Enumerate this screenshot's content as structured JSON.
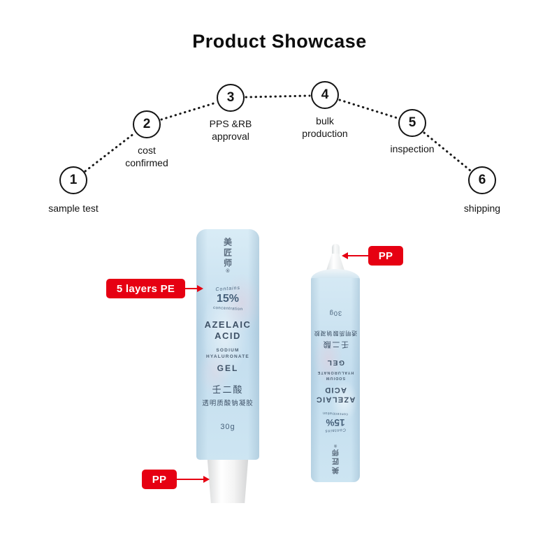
{
  "title": "Product Showcase",
  "process": {
    "steps": [
      {
        "num": "1",
        "label": "sample test"
      },
      {
        "num": "2",
        "label": "cost confirmed"
      },
      {
        "num": "3",
        "label": "PPS &RB approval"
      },
      {
        "num": "4",
        "label": "bulk production"
      },
      {
        "num": "5",
        "label": "inspection"
      },
      {
        "num": "6",
        "label": "shipping"
      }
    ]
  },
  "annotations": {
    "layers_pe": "5 layers PE",
    "pp_nozzle": "PP",
    "pp_cap": "PP"
  },
  "tube": {
    "brand": "美匠师",
    "brand_mark": "®",
    "badge": {
      "top": "Contains",
      "value": "15%",
      "bottom": "concentration"
    },
    "name1": "AZELAIC",
    "name2": "ACID",
    "sub1": "SODIUM",
    "sub2": "HYALURONATE",
    "form": "GEL",
    "cn1": "壬二酸",
    "cn2": "透明质酸钠凝胶",
    "weight": "30g"
  },
  "colors": {
    "accent_red": "#e60012",
    "tube_blue": "#c9e2f0"
  }
}
